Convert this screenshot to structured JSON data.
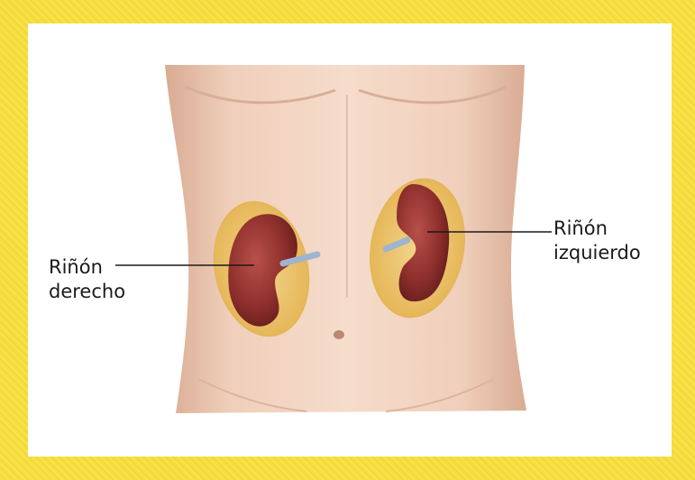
{
  "labels": {
    "right_kidney_line1": "Riñón",
    "right_kidney_line2": "derecho",
    "left_kidney_line1": "Riñón",
    "left_kidney_line2": "izquierdo"
  },
  "colors": {
    "frame": "#f7e24a",
    "card": "#ffffff",
    "skin": "#efcdb8",
    "kidney": "#8e2f2c",
    "fat": "#e6b85a",
    "ureter": "#9fb4cf",
    "leader_line": "#1a1a1a"
  }
}
